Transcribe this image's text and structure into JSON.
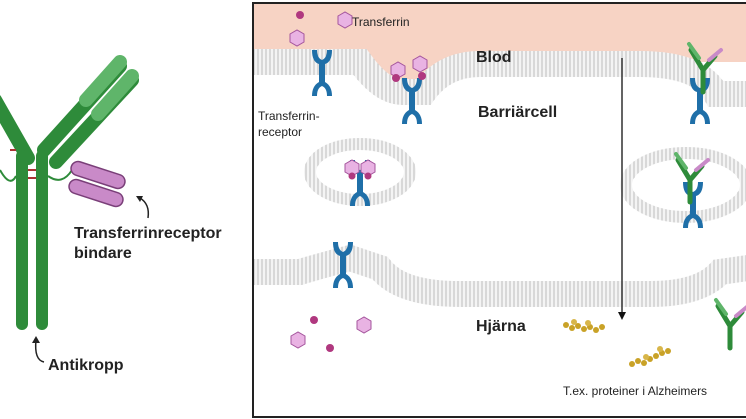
{
  "labels": {
    "transferrin": "Transferrin",
    "blood": "Blod",
    "receptor_line1": "Transferrin-",
    "receptor_line2": "receptor",
    "barrier_cell": "Barriärcell",
    "brain": "Hjärna",
    "proteins": "T.ex. proteiner i Alzheimers",
    "binder_line1": "Transferrinreceptor",
    "binder_line2": "bindare",
    "antibody": "Antikropp"
  },
  "colors": {
    "antibody_green": "#2e8b3a",
    "antibody_light": "#5fb56a",
    "binder_pink": "#c98ac8",
    "receptor_blue": "#1f6fa8",
    "blood_bg": "#f7d3c4",
    "membrane": "#cfcfcf",
    "transferrin_pink": "#e9b3e3",
    "iron_purple": "#b0387f",
    "protein_gold": "#c9a227"
  }
}
